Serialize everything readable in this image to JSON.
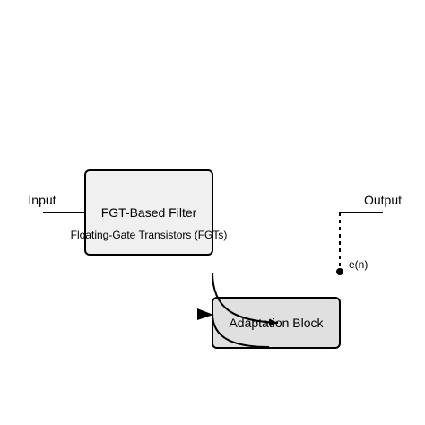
{
  "labels": {
    "input": "Input",
    "output": "Output",
    "filter_title": "FGT-Based Filter",
    "filter_subtitle": "Floating-Gate Transistors (FGTs)",
    "adaptation": "Adaptation Block",
    "error_signal": "e(n)"
  },
  "colors": {
    "stroke": "#000000",
    "filter_fill": "#f0f0f0",
    "adaptation_fill": "#e0e0e0",
    "background": "#ffffff"
  }
}
